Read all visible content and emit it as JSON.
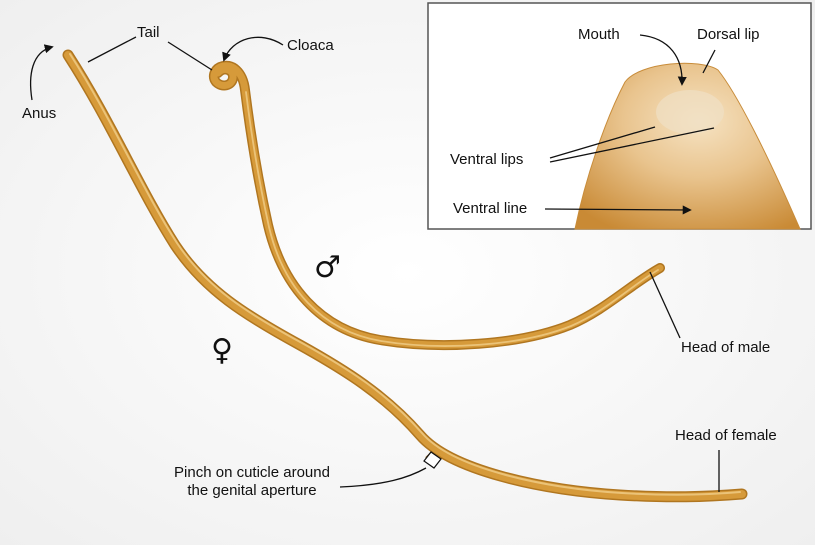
{
  "labels": {
    "anus": "Anus",
    "tail": "Tail",
    "cloaca": "Cloaca",
    "mouth": "Mouth",
    "dorsal_lip": "Dorsal lip",
    "ventral_lips": "Ventral lips",
    "ventral_line": "Ventral line",
    "head_of_male": "Head of male",
    "head_of_female": "Head of female",
    "pinch_line1": "Pinch on cuticle around",
    "pinch_line2": "the genital aperture"
  },
  "symbols": {
    "male": "♂",
    "female": "♀"
  },
  "colors": {
    "worm_body": "#d69a3a",
    "worm_edge": "#b07620",
    "worm_highlight": "#f0cd88",
    "inset_border": "#555555",
    "text": "#111111"
  }
}
